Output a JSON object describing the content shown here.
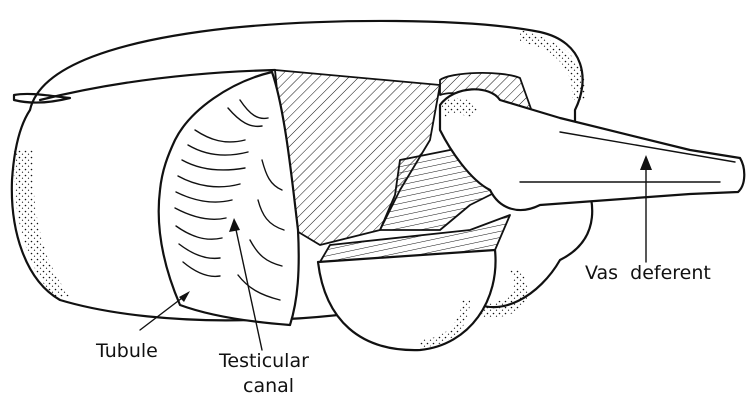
{
  "diagram": {
    "labels": {
      "tubule": "Tubule",
      "testicular_canal_line1": "Testicular",
      "testicular_canal_line2": "canal",
      "vas_deferent": "Vas  deferent"
    }
  }
}
